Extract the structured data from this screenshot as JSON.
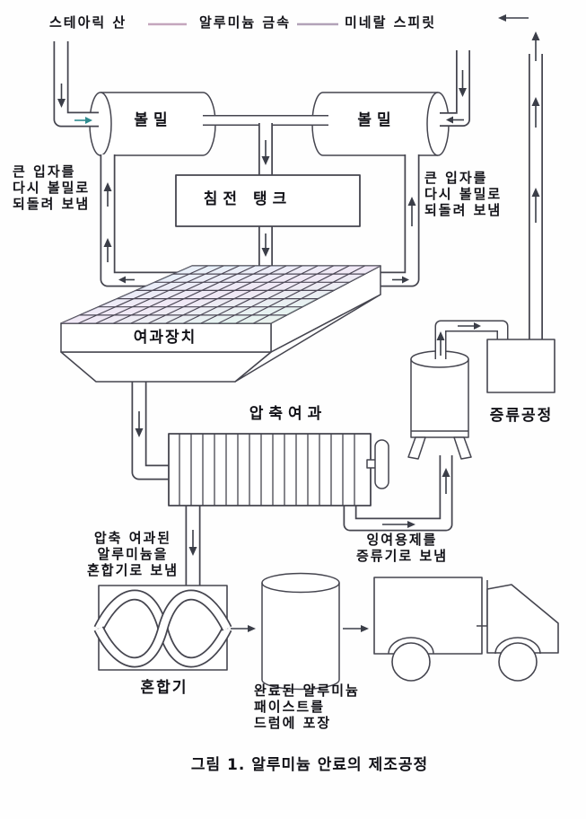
{
  "legend": {
    "items": [
      {
        "label": "스테아릭 산"
      },
      {
        "label": "알루미늄 금속"
      },
      {
        "label": "미네랄 스피릿"
      }
    ]
  },
  "machines": {
    "ball_mill_left": "볼밀",
    "ball_mill_right": "볼밀",
    "settling_tank": "침전 탱크",
    "filter_unit": "여과장치",
    "press_filter": "압축여과",
    "distillation": "증류공정",
    "mixer": "혼합기"
  },
  "annotations": {
    "recycle_left": [
      "큰 입자를",
      "다시 볼밀로",
      "되돌려 보냄"
    ],
    "recycle_right": [
      "큰 입자를",
      "다시 볼밀로",
      "되돌려 보냄"
    ],
    "surplus_solvent": [
      "잉여용제를",
      "증류기로 보냄"
    ],
    "pressed_to_mixer": [
      "압축 여과된",
      "알루미늄을",
      "혼합기로 보냄"
    ],
    "drum_packing": [
      "완료된 알루미늄",
      "패이스트를",
      "드럼에 포장"
    ]
  },
  "caption": "그림 1. 알루미늄 안료의 제조공정",
  "colors": {
    "line": "#45454f",
    "arrow": "#3b3e48",
    "inlet_arrow": "#2f8b8f",
    "legend_swatch_1": "#c4a6bd",
    "legend_swatch_2": "#b2a2b8"
  }
}
